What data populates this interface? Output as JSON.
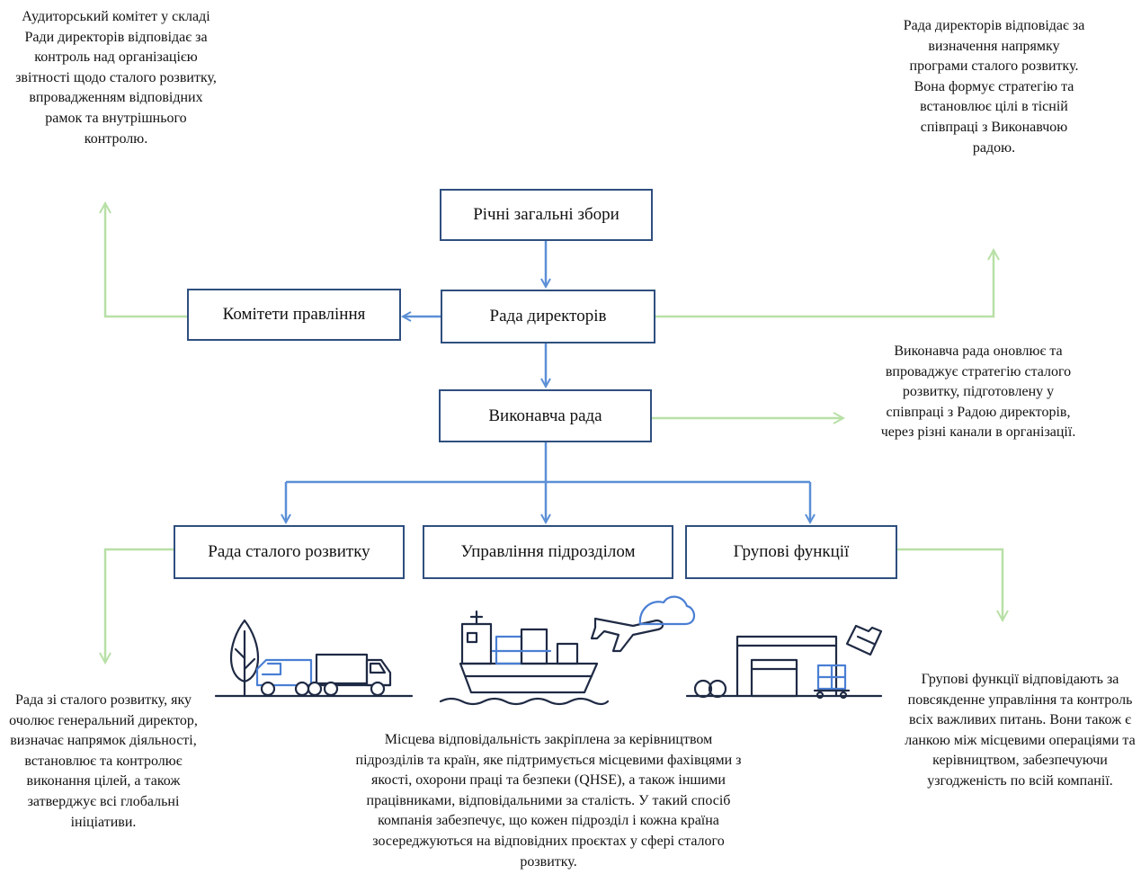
{
  "boxes": {
    "agm": "Річні загальні збори",
    "board": "Рада директорів",
    "committees": "Комітети правління",
    "executive": "Виконавча рада",
    "sustainability_council": "Рада сталого розвитку",
    "division_management": "Управління підрозділом",
    "group_functions": "Групові функції"
  },
  "notes": {
    "audit_committee": "Аудиторський комітет у складі Ради директорів відповідає за контроль над організацією звітності щодо сталого розвитку, впровадженням відповідних рамок та внутрішнього контролю.",
    "board_role": "Рада директорів відповідає за визначення напрямку програми сталого розвитку. Вона формує стратегію та встановлює цілі в тісній співпраці з Виконавчою радою.",
    "executive_role": "Виконавча рада оновлює та впроваджує стратегію сталого розвитку, підготовлену у співпраці з Радою директорів, через різні канали в організації.",
    "sustainability_council_role": "Рада зі сталого розвитку, яку очолює генеральний директор, визначає напрямок діяльності, встановлює та контролює виконання цілей, а також затверджує всі глобальні ініціативи.",
    "local_responsibility": "Місцева відповідальність закріплена за керівництвом підрозділів та країн, яке підтримується місцевими фахівцями з якості, охорони праці та безпеки (QHSE), а також іншими працівниками, відповідальними за сталість. У такий спосіб компанія забезпечує, що кожен підрозділ і кожна країна зосереджуються на відповідних проєктах у сфері сталого розвитку.",
    "group_functions_role": "Групові функції відповідають за повсякденне управління та контроль всіх важливих питань. Вони також є ланкою між місцевими операціями та керівництвом, забезпечуючи узгодженість по всій компанії."
  },
  "icons": [
    "tree-icon",
    "van-icon",
    "truck-icon",
    "cargo-ship-icon",
    "airplane-icon",
    "cloud-icon",
    "warehouse-icon",
    "pallet-icon",
    "folder-icon"
  ],
  "colors": {
    "box_border": "#2f4f7f",
    "hierarchy_arrow": "#5b8fd6",
    "note_arrow": "#b8e0a6",
    "icon_stroke": "#1f2a44",
    "icon_accent": "#4a7fd4"
  }
}
